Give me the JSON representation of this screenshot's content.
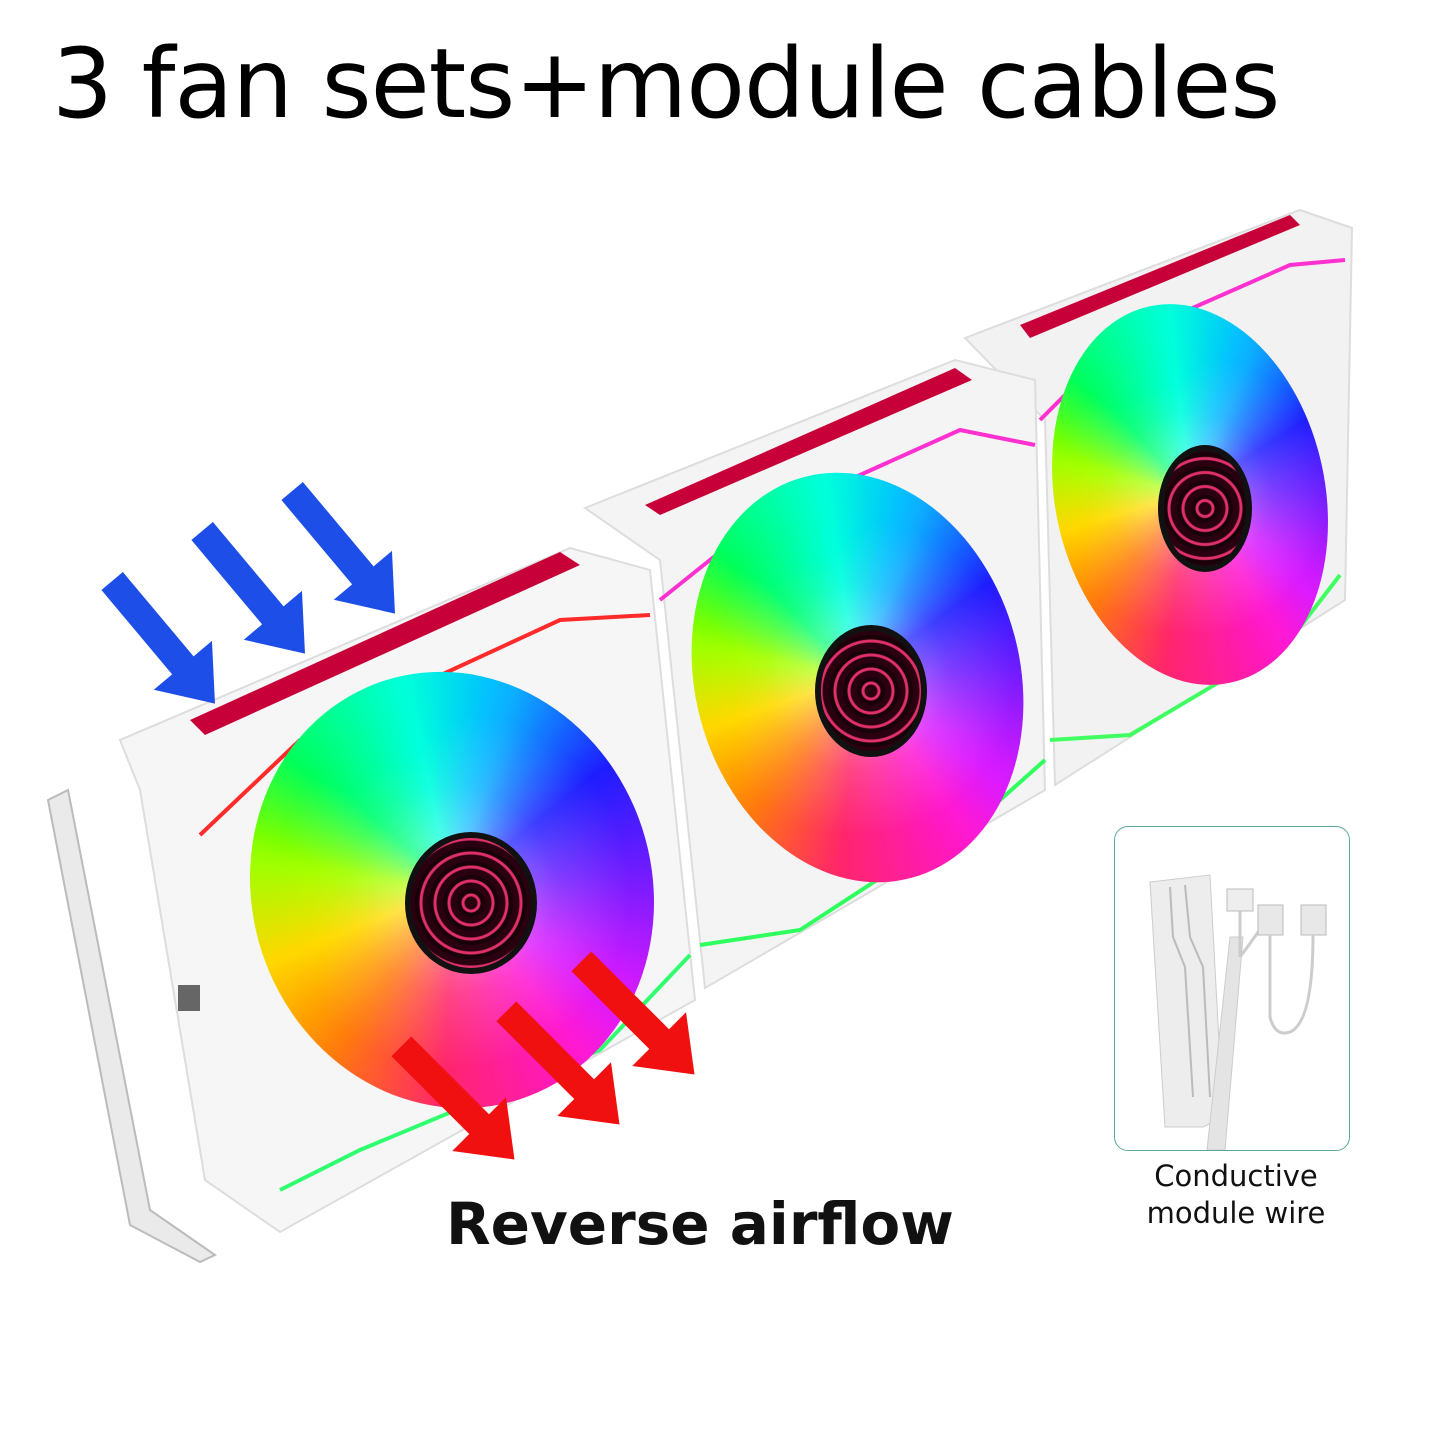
{
  "title": "3 fan sets+module cables",
  "caption": "Reverse airflow",
  "inset": {
    "caption_line1": "Conductive",
    "caption_line2": "module wire"
  },
  "colors": {
    "intake_arrow": "#1d4fe8",
    "exhaust_arrow": "#f01010",
    "inset_border": "#5aa89a",
    "frame": "#f4f4f4"
  }
}
